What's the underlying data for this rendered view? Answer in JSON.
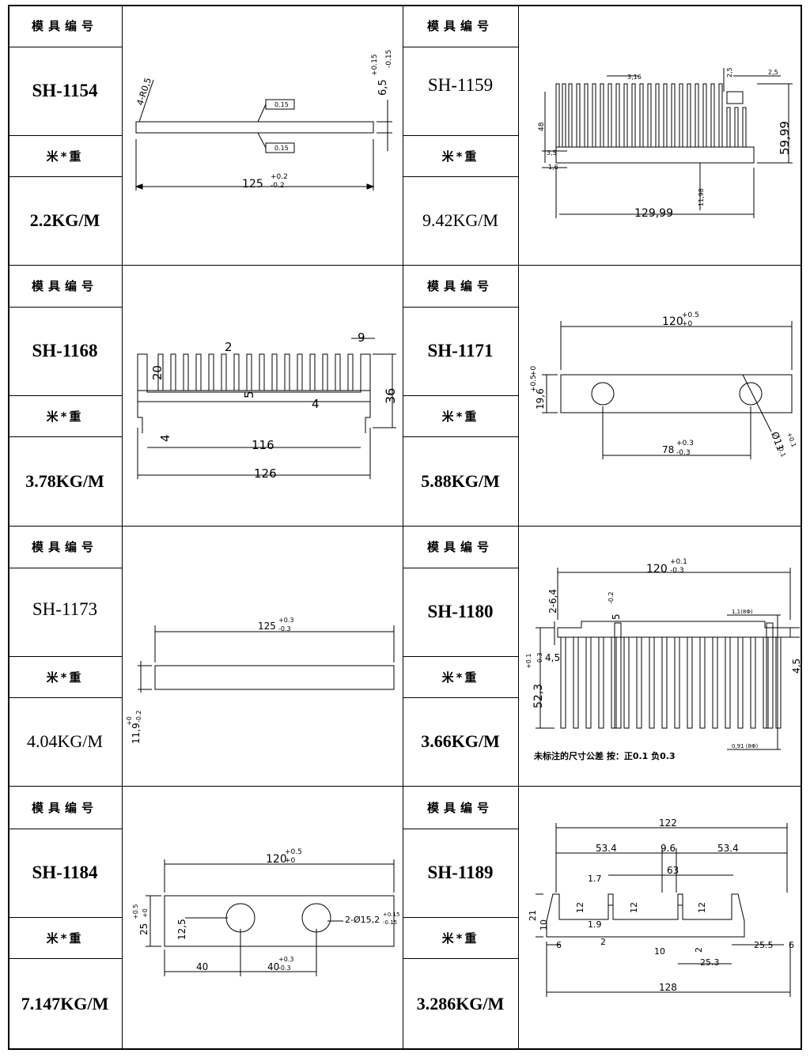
{
  "labels": {
    "mold_no": "模具编号",
    "weight": "米*重"
  },
  "panels": [
    {
      "mold": "SH-1154",
      "weight": "2.2KG/M",
      "dims": {
        "overall": "125",
        "overall_tol_up": "+0.2",
        "overall_tol_dn": "-0.2",
        "thick": "6,5",
        "thick_tol_up": "+0.15",
        "thick_tol_dn": "-0.15",
        "radius": "4-R0,5",
        "flatness": "0.15"
      }
    },
    {
      "mold": "SH-1159",
      "weight": "9.42KG/M",
      "dims": {
        "width": "129,99",
        "height": "59,99",
        "h48": "48",
        "d316": "3,16",
        "d25a": "2,5",
        "d25b": "2,5",
        "d35": "3,5",
        "d16": "1,6",
        "d1198": "11,98"
      }
    },
    {
      "mold": "SH-1168",
      "weight": "3.78KG/M",
      "dims": {
        "w126": "126",
        "w116": "116",
        "h36": "36",
        "h20": "20",
        "t2": "2",
        "t9": "9",
        "t5": "5",
        "t4a": "4",
        "t4b": "4"
      }
    },
    {
      "mold": "SH-1171",
      "weight": "5.88KG/M",
      "dims": {
        "length": "120",
        "length_tol": "+0.5",
        "length_tol2": "+0",
        "height": "19,6",
        "height_tol": "+0.5",
        "height_tol2": "+0",
        "pitch": "78",
        "pitch_tol": "+0.3",
        "pitch_tol2": "-0.3",
        "hole": "Ø11",
        "hole_tol": "+0.1",
        "hole_tol2": "-0.1"
      }
    },
    {
      "mold": "SH-1173",
      "weight": "4.04KG/M",
      "dims": {
        "length": "125",
        "length_tol": "+0.3",
        "length_tol2": "-0.3",
        "thick": "11,9",
        "thick_tol": "+0",
        "thick_tol2": "-0.2"
      }
    },
    {
      "mold": "SH-1180",
      "weight": "3.66KG/M",
      "dims": {
        "length": "120",
        "length_tol": "+0.1",
        "length_tol2": "-0.3",
        "h26": "2-6,4",
        "h5": "5",
        "h5tol": "-0.2",
        "h45a": "4,5",
        "h45b": "4,5",
        "h523": "52,3",
        "h523_tol": "+0.1",
        "h523_tol2": "-0.3",
        "d11": "1,1(8Φ)",
        "d091": "0,91 (8Φ)"
      },
      "note": "未标注的尺寸公差 按：正0.1 负0.3"
    },
    {
      "mold": "SH-1184",
      "weight": "7.147KG/M",
      "dims": {
        "length": "120",
        "length_tol": "+0.5",
        "length_tol2": "+0",
        "height": "25",
        "height_tol": "+0.5",
        "height_tol2": "+0",
        "h125": "12,5",
        "x40": "40",
        "pitch": "40",
        "pitch_tol": "+0.3",
        "pitch_tol2": "-0.3",
        "hole": "2-Ø15,2",
        "hole_tol": "+0.15",
        "hole_tol2": "-0.15"
      }
    },
    {
      "mold": "SH-1189",
      "weight": "3.286KG/M",
      "dims": {
        "w122": "122",
        "w128": "128",
        "w534a": "53.4",
        "w534b": "53.4",
        "w96": "9.6",
        "w63": "63",
        "w17": "1.7",
        "w19": "1.9",
        "h21": "21",
        "h10": "10",
        "h12a": "12",
        "h12b": "12",
        "h12c": "12",
        "d6a": "6",
        "d6b": "6",
        "d2a": "2",
        "d2b": "2",
        "d10": "10",
        "d255": "25.5",
        "d253": "25.3"
      }
    }
  ]
}
